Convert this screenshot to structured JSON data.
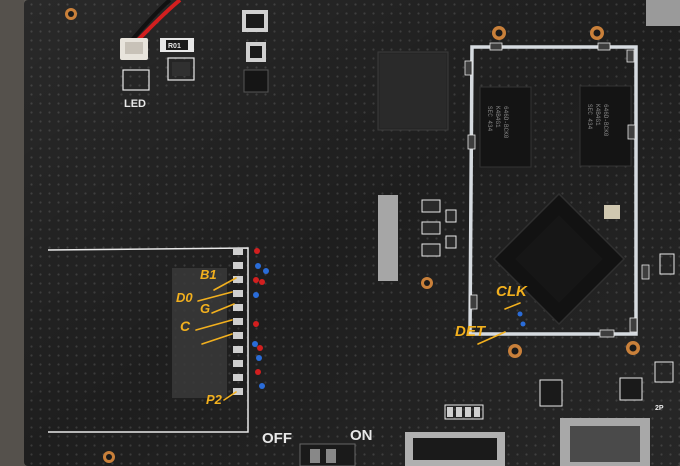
{
  "silkscreen": {
    "led_label": "LED",
    "off_label": "OFF",
    "on_label": "ON",
    "corner_label": "2P",
    "resistor_code": "R01"
  },
  "chip_marks": {
    "ram_line1": "SEC 434",
    "ram_line2": "K4B4G1",
    "ram_line3": "646D-BCK0"
  },
  "handwriting": {
    "b1": "B1",
    "d0": "D0",
    "g": "G",
    "c": "C",
    "p2": "P2",
    "clk": "CLK",
    "det": "DET"
  },
  "colors": {
    "pcb": "#1e1e1e",
    "silkscreen": "#e8e8e8",
    "handwriting": "#f2b01e",
    "wire_red": "#d21f1f",
    "pad_copper": "#c9803a"
  }
}
